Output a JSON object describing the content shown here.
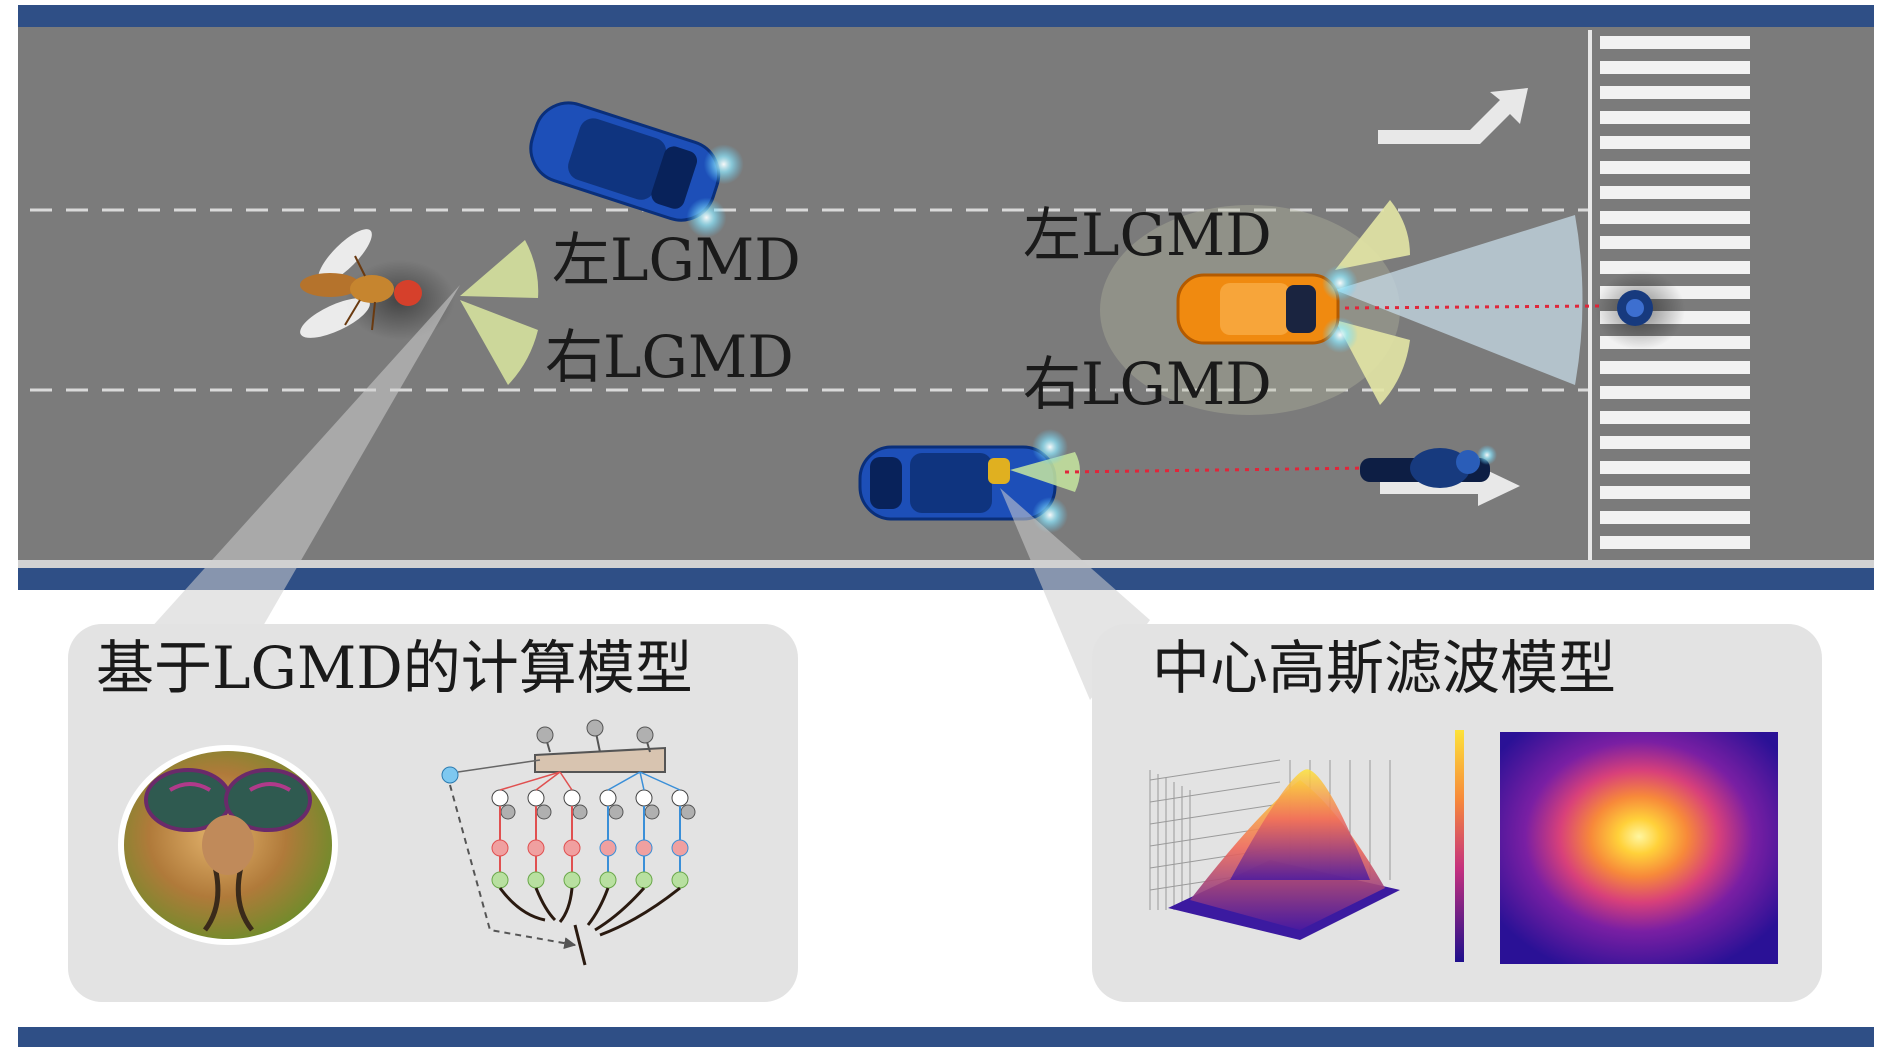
{
  "road": {
    "labels": {
      "left_lgmd_fly": "左LGMD",
      "right_lgmd_fly": "右LGMD",
      "left_lgmd_car": "左LGMD",
      "right_lgmd_car": "右LGMD"
    }
  },
  "panels": {
    "left": {
      "title": "基于LGMD的计算模型"
    },
    "right": {
      "title": "中心高斯滤波模型"
    }
  },
  "colors": {
    "road": "#7b7b7b",
    "road_border": "#2f4f86",
    "panel_bg": "#e3e3e3",
    "car_blue": "#1d4fb8",
    "car_orange": "#f08a10",
    "lane_line": "#d9d9d9",
    "zebra": "#f2f2f2"
  },
  "icons": [
    "fly-icon",
    "blue-car-icon",
    "orange-car-icon",
    "pedestrian-icon",
    "motorcyclist-icon",
    "turn-arrow-icon",
    "straight-arrow-icon"
  ]
}
